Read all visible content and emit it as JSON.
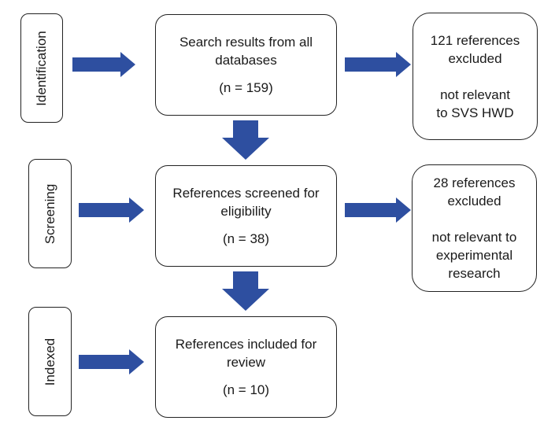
{
  "stages": [
    {
      "label": "Identification"
    },
    {
      "label": "Screening"
    },
    {
      "label": "Indexed"
    }
  ],
  "main_boxes": [
    {
      "line1": "Search results from all",
      "line2": "databases",
      "count": "(n = 159)"
    },
    {
      "line1": "References screened for",
      "line2": "eligibility",
      "count": "(n = 38)"
    },
    {
      "line1": "References included for",
      "line2": "review",
      "count": "(n = 10)"
    }
  ],
  "exclusion_boxes": [
    {
      "line1": "121 references",
      "line2": "excluded",
      "reason1": "not relevant",
      "reason2": "to SVS HWD"
    },
    {
      "line1": "28 references",
      "line2": "excluded",
      "reason1": "not relevant to",
      "reason2": "experimental",
      "reason3": "research"
    }
  ],
  "colors": {
    "arrow": "#2e4fa0",
    "border": "#222222"
  }
}
